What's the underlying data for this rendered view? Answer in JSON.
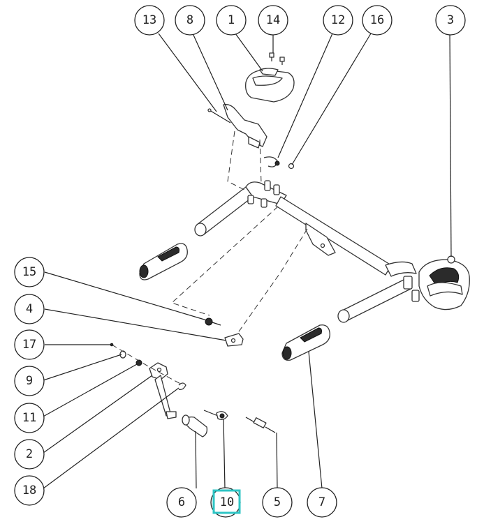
{
  "callouts": [
    {
      "id": "c13",
      "label": "13"
    },
    {
      "id": "c8",
      "label": "8"
    },
    {
      "id": "c1",
      "label": "1"
    },
    {
      "id": "c14",
      "label": "14"
    },
    {
      "id": "c12",
      "label": "12"
    },
    {
      "id": "c16",
      "label": "16"
    },
    {
      "id": "c3",
      "label": "3"
    },
    {
      "id": "c15",
      "label": "15"
    },
    {
      "id": "c4",
      "label": "4"
    },
    {
      "id": "c17",
      "label": "17"
    },
    {
      "id": "c9",
      "label": "9"
    },
    {
      "id": "c11",
      "label": "11"
    },
    {
      "id": "c2",
      "label": "2"
    },
    {
      "id": "c18",
      "label": "18"
    },
    {
      "id": "c6",
      "label": "6"
    },
    {
      "id": "c10",
      "label": "10"
    },
    {
      "id": "c5",
      "label": "5"
    },
    {
      "id": "c7",
      "label": "7"
    }
  ],
  "highlight": {
    "label": "10",
    "color": "#2ec4c4"
  }
}
